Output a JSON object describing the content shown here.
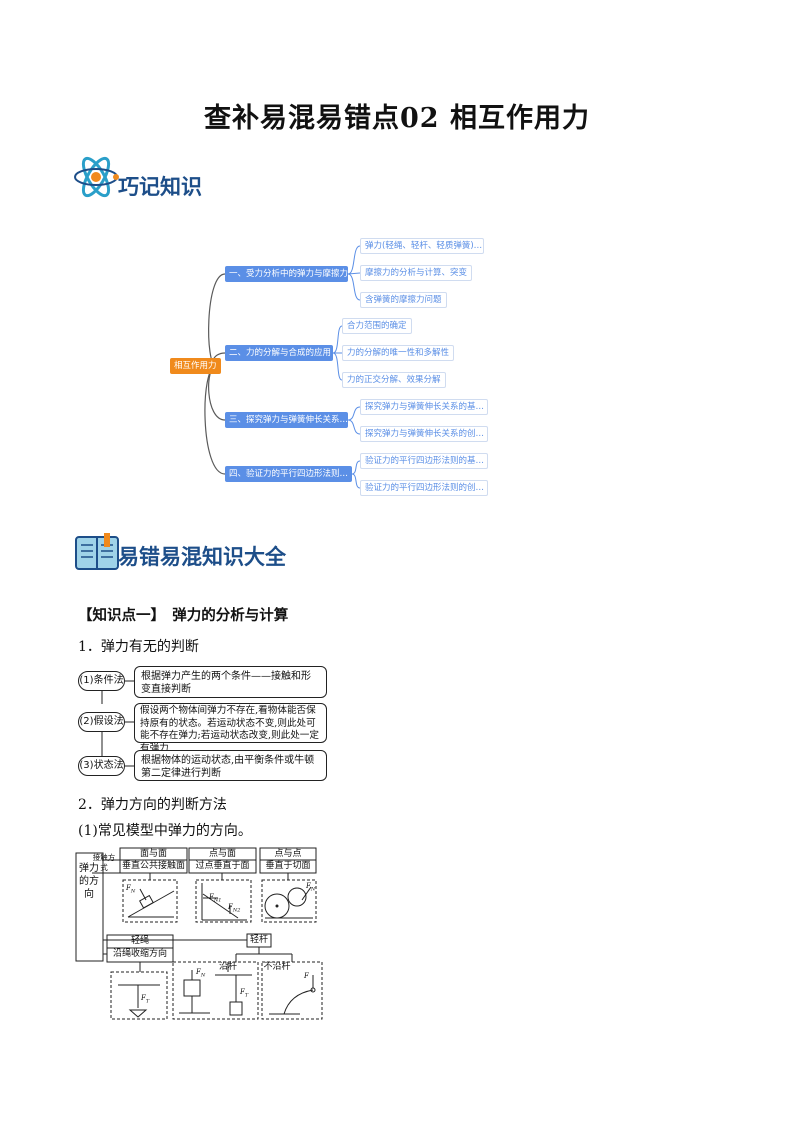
{
  "title": "查补易混易错点02 相互作用力",
  "section1": {
    "heading": "巧记知识",
    "icon": "atom-icon"
  },
  "mindmap": {
    "root": "相互作用力",
    "branches": [
      {
        "label": "一、受力分析中的弹力与摩擦力",
        "children": [
          "弹力(轻绳、轻杆、轻质弹簧)…",
          "摩擦力的分析与计算、突变",
          "含弹簧的摩擦力问题"
        ]
      },
      {
        "label": "二、力的分解与合成的应用",
        "children": [
          "合力范围的确定",
          "力的分解的唯一性和多解性",
          "力的正交分解、效果分解"
        ]
      },
      {
        "label": "三、探究弹力与弹簧伸长关系…",
        "children": [
          "探究弹力与弹簧伸长关系的基…",
          "探究弹力与弹簧伸长关系的创…"
        ]
      },
      {
        "label": "四、验证力的平行四边形法则…",
        "children": [
          "验证力的平行四边形法则的基…",
          "验证力的平行四边形法则的创…"
        ]
      }
    ],
    "colors": {
      "root": "#f08a1c",
      "branch": "#5b8fe6",
      "line": "#5a5a5a"
    }
  },
  "section2": {
    "heading": "易错易混知识大全",
    "icon": "book-icon"
  },
  "point1": {
    "heading": "【知识点一】　弹力的分析与计算",
    "item1": "1．弹力有无的判断",
    "methods": [
      {
        "tag": "(1)条件法",
        "text": "根据弹力产生的两个条件——接触和形变直接判断"
      },
      {
        "tag": "(2)假设法",
        "text": "假设两个物体间弹力不存在,看物体能否保持原有的状态。若运动状态不变,则此处可能不存在弹力;若运动状态改变,则此处一定有弹力"
      },
      {
        "tag": "(3)状态法",
        "text": "根据物体的运动状态,由平衡条件或牛顿第二定律进行判断"
      }
    ],
    "item2": "2．弹力方向的判断方法",
    "item2_sub": "(1)常见模型中弹力的方向。"
  },
  "diagram": {
    "side_label": "弹力的方向",
    "contact_label": "接触方式",
    "cols": [
      {
        "top": "面与面",
        "bottom": "垂直公共接触面",
        "force": "F",
        "sub": "N"
      },
      {
        "top": "点与面",
        "bottom": "过点垂直于面",
        "force": "F",
        "sub": "N1"
      },
      {
        "top": "点与点",
        "bottom": "垂直于切面",
        "force": "F",
        "sub": "N"
      }
    ],
    "rope": {
      "top": "轻绳",
      "bottom": "沿绳收缩方向",
      "force": "F",
      "sub": "T"
    },
    "rod": {
      "label": "轻杆",
      "along": "沿杆",
      "not_along": "不沿杆",
      "force_n": "F",
      "sub_n": "N",
      "force_t": "F",
      "sub_t": "T",
      "force_f": "F",
      "sub_f": ""
    },
    "second_sub": "N2"
  }
}
